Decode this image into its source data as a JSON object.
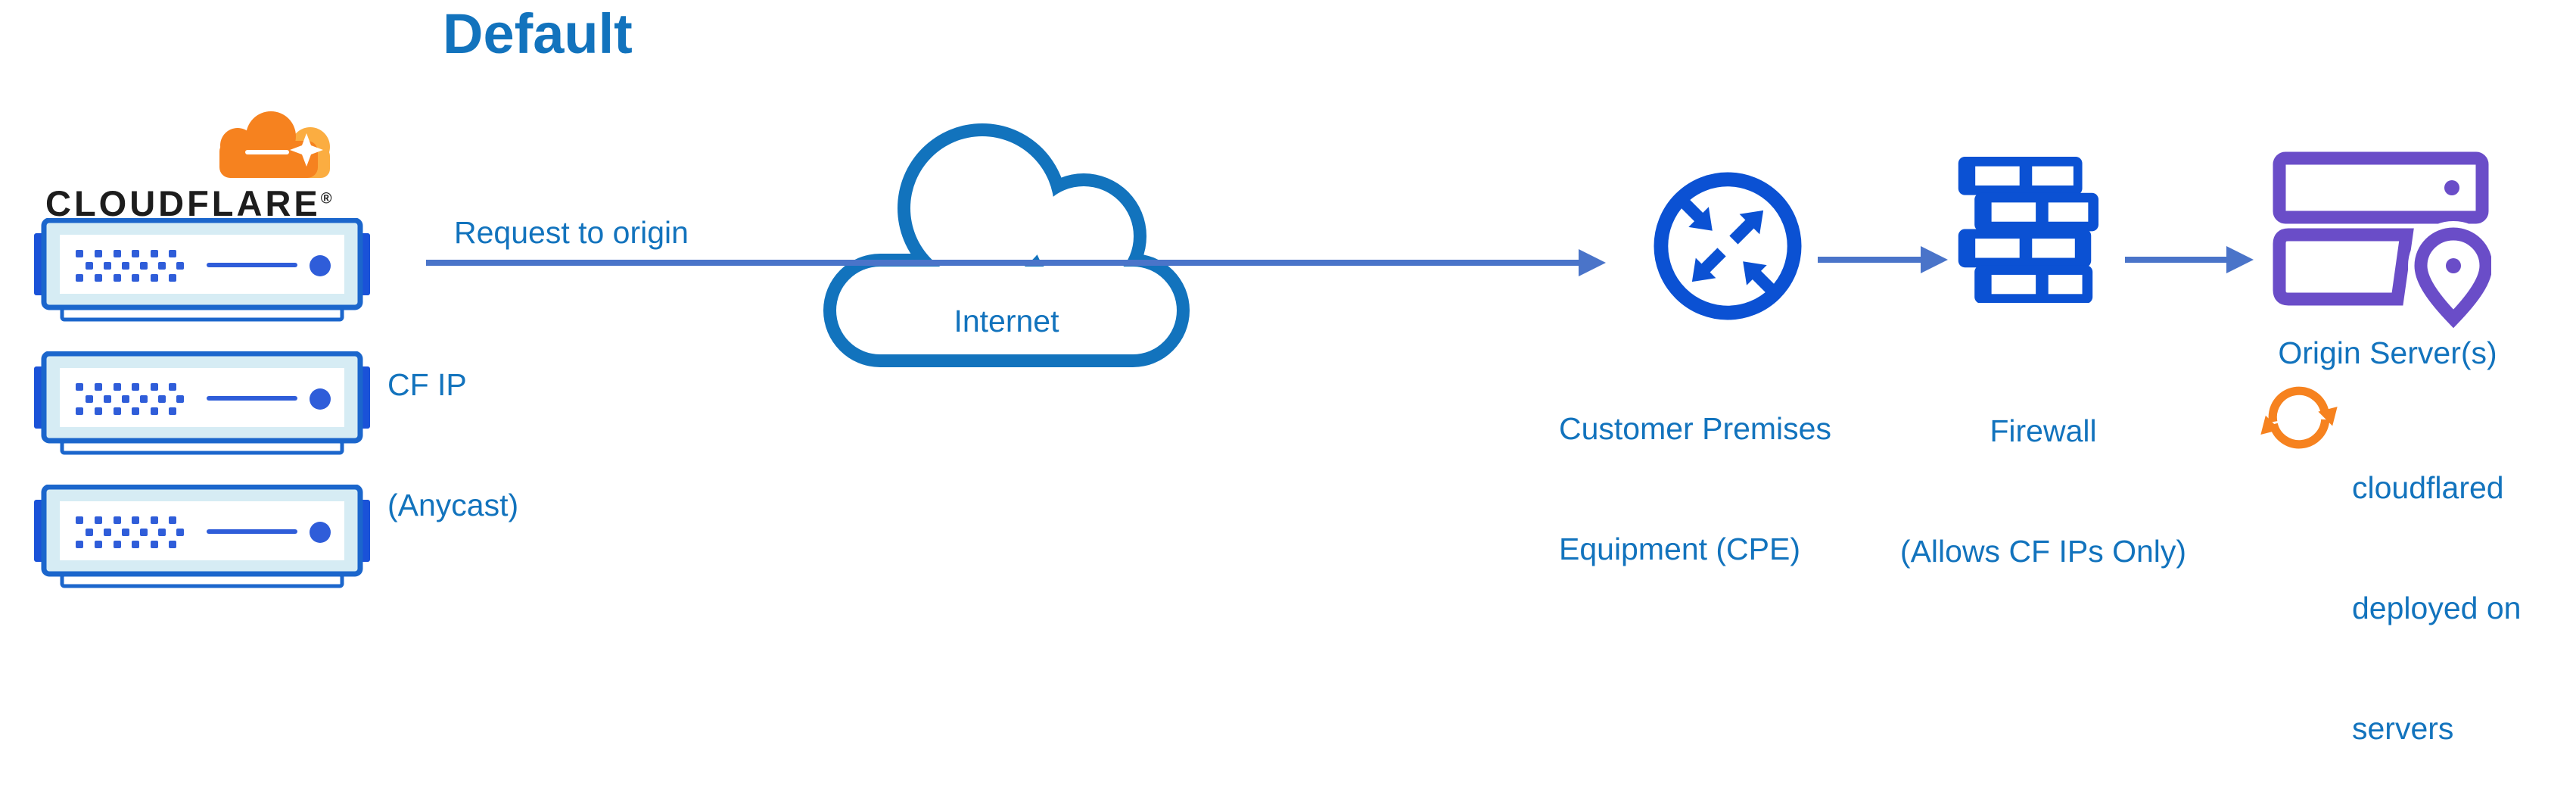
{
  "title": "Default",
  "logo": {
    "brand": "CLOUDFLARE",
    "registered": "®"
  },
  "edge": {
    "request_label": "Request to origin",
    "ip_lines": [
      "CF IP",
      "(Anycast)"
    ]
  },
  "internet": {
    "label": "Internet"
  },
  "cpe": {
    "lines": [
      "Customer Premises",
      "Equipment (CPE)"
    ]
  },
  "firewall": {
    "lines": [
      "Firewall",
      "(Allows CF IPs Only)"
    ]
  },
  "origin": {
    "label": "Origin Server(s)"
  },
  "cloudflared": {
    "lines": [
      "cloudflared",
      "deployed on",
      "servers"
    ]
  },
  "colors": {
    "label_blue": "#1273BD",
    "connector_blue": "#4A74C9",
    "icon_royal_blue": "#0B51D3",
    "server_outline_blue": "#1B66CC",
    "server_tab_blue": "#1A52D8",
    "server_detail_blue": "#2F5DD9",
    "server_fill": "#D6ECF4",
    "origin_purple": "#6A4DC8",
    "cloudflare_orange": "#F6821F",
    "cloudflare_orange_light": "#FBAD41",
    "wordmark_black": "#1D1D1D"
  }
}
